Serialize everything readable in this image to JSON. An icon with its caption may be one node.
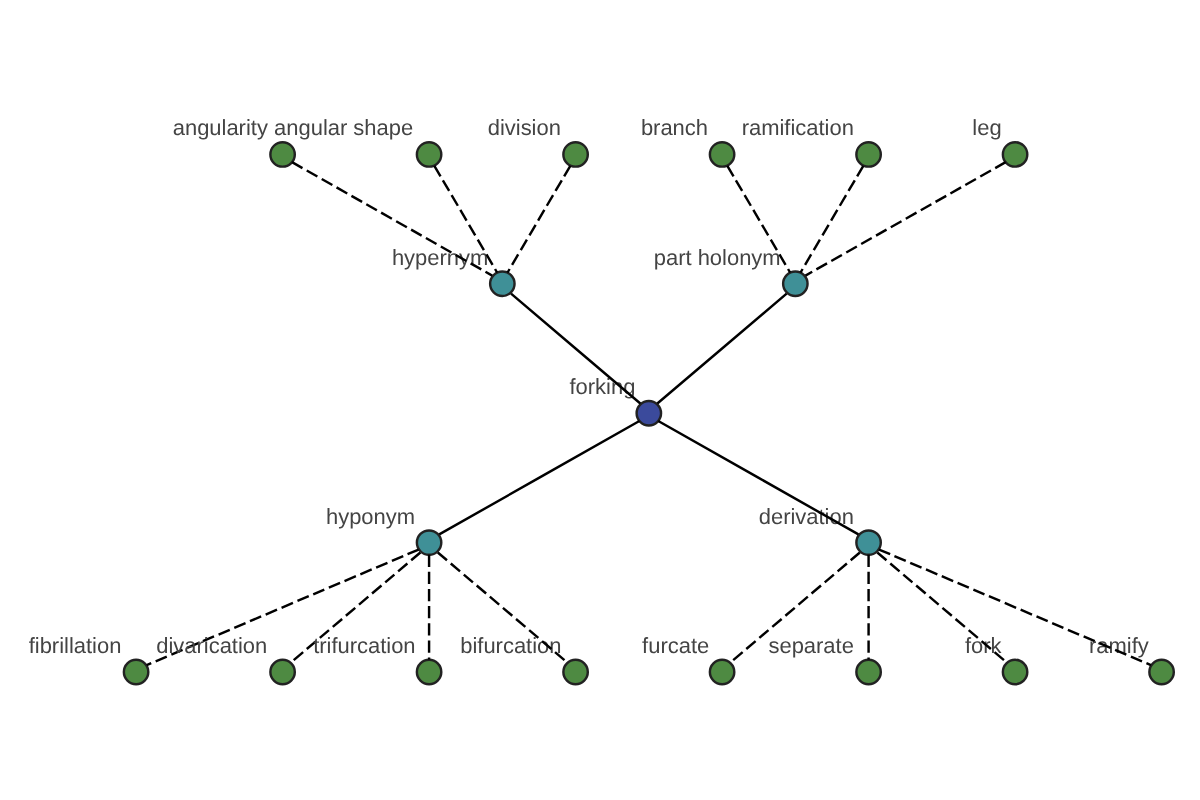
{
  "diagram": {
    "nodes": [
      {
        "text": [
          "forking"
        ]
      },
      {
        "text": [
          "hypernym"
        ]
      },
      {
        "text": [
          "part holonym"
        ]
      },
      {
        "text": [
          "hyponym"
        ]
      },
      {
        "text": [
          "derivation"
        ]
      },
      {
        "text": [
          "angularity"
        ]
      },
      {
        "text": [
          "angular shape"
        ]
      },
      {
        "text": [
          "branch"
        ]
      },
      {
        "text": [
          "division"
        ]
      },
      {
        "text": [
          "ramification"
        ]
      },
      {
        "text": [
          "leg"
        ]
      },
      {
        "text": [
          "furcate"
        ]
      },
      {
        "text": [
          "fibrillation"
        ]
      },
      {
        "text": [
          "divarication"
        ]
      },
      {
        "text": [
          "trifurcation"
        ]
      },
      {
        "text": [
          "bifurcation"
        ]
      },
      {
        "text": [
          "separate"
        ]
      },
      {
        "text": [
          "fork"
        ]
      },
      {
        "text": [
          "ramify"
        ]
      }
    ],
    "edges": [
      {
        "from": 0,
        "to": 1,
        "arrow": "none"
      },
      {
        "from": 0,
        "to": 2,
        "arrow": "none"
      },
      {
        "from": 0,
        "to": 3,
        "arrow": "none"
      },
      {
        "from": 0,
        "to": 4,
        "arrow": "none"
      },
      {
        "from": 1,
        "to": 5,
        "arrow": "none",
        "style": "dashed"
      },
      {
        "from": 1,
        "to": 6,
        "arrow": "none",
        "style": "dashed"
      },
      {
        "from": 2,
        "to": 7,
        "arrow": "none",
        "style": "dashed"
      },
      {
        "from": 1,
        "to": 8,
        "arrow": "none",
        "style": "dashed"
      },
      {
        "from": 2,
        "to": 9,
        "arrow": "none",
        "style": "dashed"
      },
      {
        "from": 2,
        "to": 10,
        "arrow": "none",
        "style": "dashed"
      },
      {
        "from": 4,
        "to": 11,
        "arrow": "none",
        "style": "dashed"
      },
      {
        "from": 3,
        "to": 12,
        "arrow": "none",
        "style": "dashed"
      },
      {
        "from": 3,
        "to": 13,
        "arrow": "none",
        "style": "dashed"
      },
      {
        "from": 3,
        "to": 14,
        "arrow": "none",
        "style": "dashed"
      },
      {
        "from": 3,
        "to": 15,
        "arrow": "none",
        "style": "dashed"
      },
      {
        "from": 4,
        "to": 16,
        "arrow": "none",
        "style": "dashed"
      },
      {
        "from": 4,
        "to": 17,
        "arrow": "none",
        "style": "dashed"
      },
      {
        "from": 4,
        "to": 18,
        "arrow": "none",
        "style": "dashed"
      }
    ]
  }
}
